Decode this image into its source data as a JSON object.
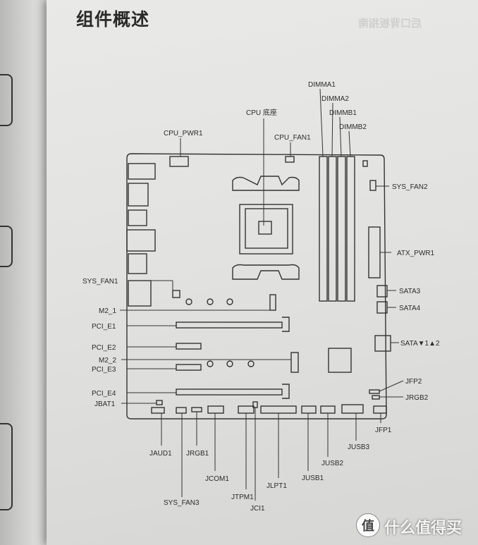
{
  "title": "组件概述",
  "ghost_text": "后口背板指南",
  "labels": {
    "dimma1": "DIMMA1",
    "dimma2": "DIMMA2",
    "dimmb1": "DIMMB1",
    "dimmb2": "DIMMB2",
    "cpu_socket": "CPU 底座",
    "cpu_pwr1": "CPU_PWR1",
    "cpu_fan1": "CPU_FAN1",
    "sys_fan2": "SYS_FAN2",
    "atx_pwr1": "ATX_PWR1",
    "sata3": "SATA3",
    "sata4": "SATA4",
    "sata12": "SATA▼1▲2",
    "jfp2": "JFP2",
    "jrgb2": "JRGB2",
    "jfp1": "JFP1",
    "sys_fan1": "SYS_FAN1",
    "m2_1": "M2_1",
    "pci_e1": "PCI_E1",
    "pci_e2": "PCI_E2",
    "m2_2": "M2_2",
    "pci_e3": "PCI_E3",
    "pci_e4": "PCI_E4",
    "jbat1": "JBAT1",
    "jaud1": "JAUD1",
    "jrgb1": "JRGB1",
    "jcom1": "JCOM1",
    "sys_fan3": "SYS_FAN3",
    "jtpm1": "JTPM1",
    "jci1": "JCI1",
    "jlpt1": "JLPT1",
    "jusb1": "JUSB1",
    "jusb2": "JUSB2",
    "jusb3": "JUSB3"
  },
  "footer": {
    "logo": "值",
    "text": "什么值得买"
  }
}
